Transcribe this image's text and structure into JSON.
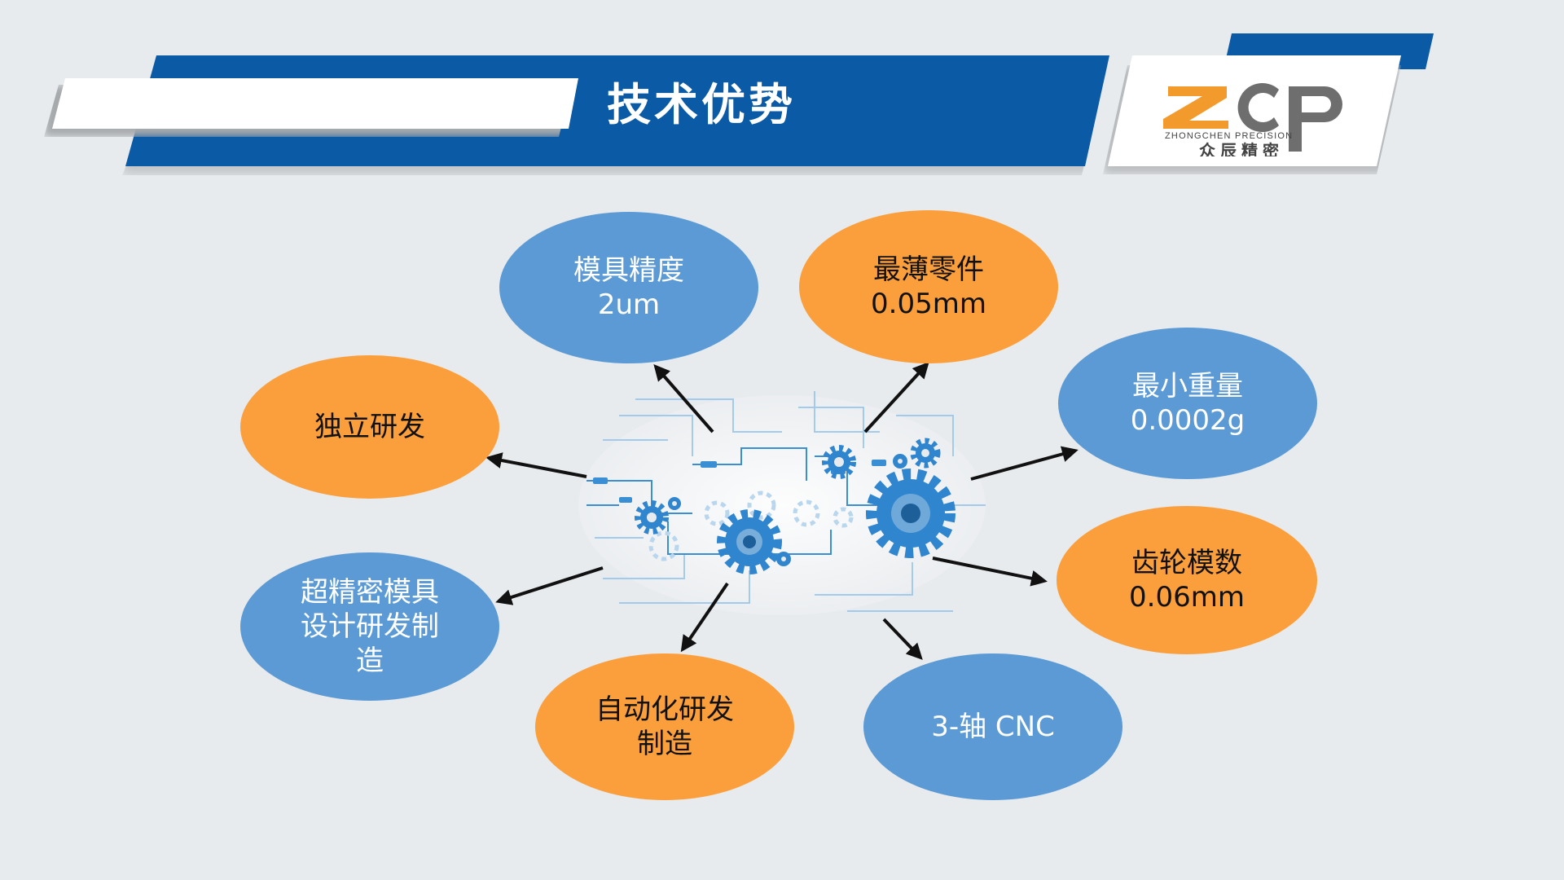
{
  "header": {
    "title": "技术优势",
    "logo": {
      "letters": "ZCP",
      "english": "ZHONGCHEN PRECISION",
      "chinese": "众辰精密",
      "colors": {
        "orange": "#f39a2c",
        "gray": "#6e6e6e"
      }
    }
  },
  "colors": {
    "background": "#e8ebee",
    "banner_blue": "#0a5aa6",
    "bubble_blue": "#5b9ad4",
    "bubble_orange": "#fb9e3c",
    "gear_blue": "#2f86cf"
  },
  "center_graphic": {
    "icon": "gears-circuit-icon"
  },
  "bubbles": [
    {
      "id": "mold-precision",
      "color": "blue",
      "lines": [
        "模具精度",
        "2um"
      ]
    },
    {
      "id": "thinnest-part",
      "color": "orange",
      "lines": [
        "最薄零件",
        "0.05mm"
      ]
    },
    {
      "id": "min-weight",
      "color": "blue",
      "lines": [
        "最小重量",
        "0.0002g"
      ]
    },
    {
      "id": "gear-module",
      "color": "orange",
      "lines": [
        "齿轮模数",
        "0.06mm"
      ]
    },
    {
      "id": "cnc",
      "color": "blue",
      "lines": [
        "3-轴 CNC"
      ]
    },
    {
      "id": "automation",
      "color": "orange",
      "lines": [
        "自动化研发",
        "制造"
      ]
    },
    {
      "id": "super-precision",
      "color": "blue",
      "lines": [
        "超精密模具",
        "设计研发制",
        "造"
      ]
    },
    {
      "id": "independent-rd",
      "color": "orange",
      "lines": [
        "独立研发"
      ]
    }
  ]
}
